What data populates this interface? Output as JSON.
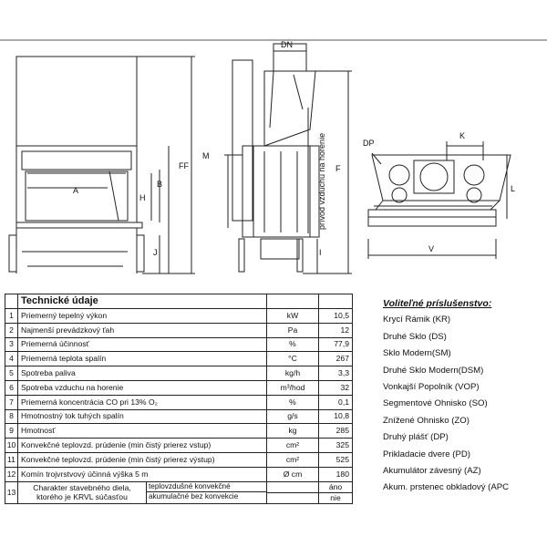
{
  "drawing": {
    "front_labels": [
      "A",
      "H",
      "B",
      "FF",
      "J"
    ],
    "side_labels": [
      "DN",
      "M",
      "F",
      "I"
    ],
    "side_vertical_text": "prívod vzduchu na horenie",
    "top_labels": [
      "DP",
      "K",
      "L",
      "V"
    ]
  },
  "table": {
    "title": "Technické údaje",
    "rows": [
      {
        "n": "1",
        "name": "Priemerný tepelný výkon",
        "unit": "kW",
        "value": "10,5"
      },
      {
        "n": "2",
        "name": "Najmenší prevádzkový ťah",
        "unit": "Pa",
        "value": "12"
      },
      {
        "n": "3",
        "name": "Priemerná účinnosť",
        "unit": "%",
        "value": "77,9"
      },
      {
        "n": "4",
        "name": "Priemerná teplota spalín",
        "unit": "°C",
        "value": "267"
      },
      {
        "n": "5",
        "name": "Spotreba paliva",
        "unit": "kg/h",
        "value": "3,3"
      },
      {
        "n": "6",
        "name": "Spotreba vzduchu na horenie",
        "unit": "m³/hod",
        "value": "32"
      },
      {
        "n": "7",
        "name": "Priemerná koncentrácia CO pri 13% O₂",
        "unit": "%",
        "value": "0,1"
      },
      {
        "n": "8",
        "name": "Hmotnostný tok tuhých spalín",
        "unit": "g/s",
        "value": "10,8"
      },
      {
        "n": "9",
        "name": "Hmotnosť",
        "unit": "kg",
        "value": "285"
      },
      {
        "n": "10",
        "name": "Konvekčné teplovzd. prúdenie (min čistý prierez vstup)",
        "unit": "cm²",
        "value": "325"
      },
      {
        "n": "11",
        "name": "Konvekčné teplovzd. prúdenie (min čistý prierez výstup)",
        "unit": "cm²",
        "value": "525"
      },
      {
        "n": "12",
        "name": "Komín trojvrstvový účinná výška 5 m",
        "unit": "Ø cm",
        "value": "180"
      }
    ],
    "row13": {
      "n": "13",
      "left_line1": "Charakter stavebného diela,",
      "left_line2": "ktorého je KRVL súčasťou",
      "opt1": "teplovzdušné konvekčné",
      "opt2": "akumulačné bez konvekcie",
      "val1": "áno",
      "val2": "nie"
    }
  },
  "accessories": {
    "title": "Voliteľné príslušenstvo:",
    "items": [
      "Krycí Rámik (KR)",
      "Druhé Sklo (DS)",
      "Sklo Modern(SM)",
      "Druhé Sklo Modern(DSM)",
      "Vonkajší Popolník (VOP)",
      "Segmentové Ohnisko (SO)",
      "Znížené Ohnisko (ZO)",
      "Druhý plášť  (DP)",
      "Prikladacie dvere (PD)",
      "Akumulátor závesný (AZ)",
      "Akum. prstenec obkladový (APC"
    ]
  }
}
